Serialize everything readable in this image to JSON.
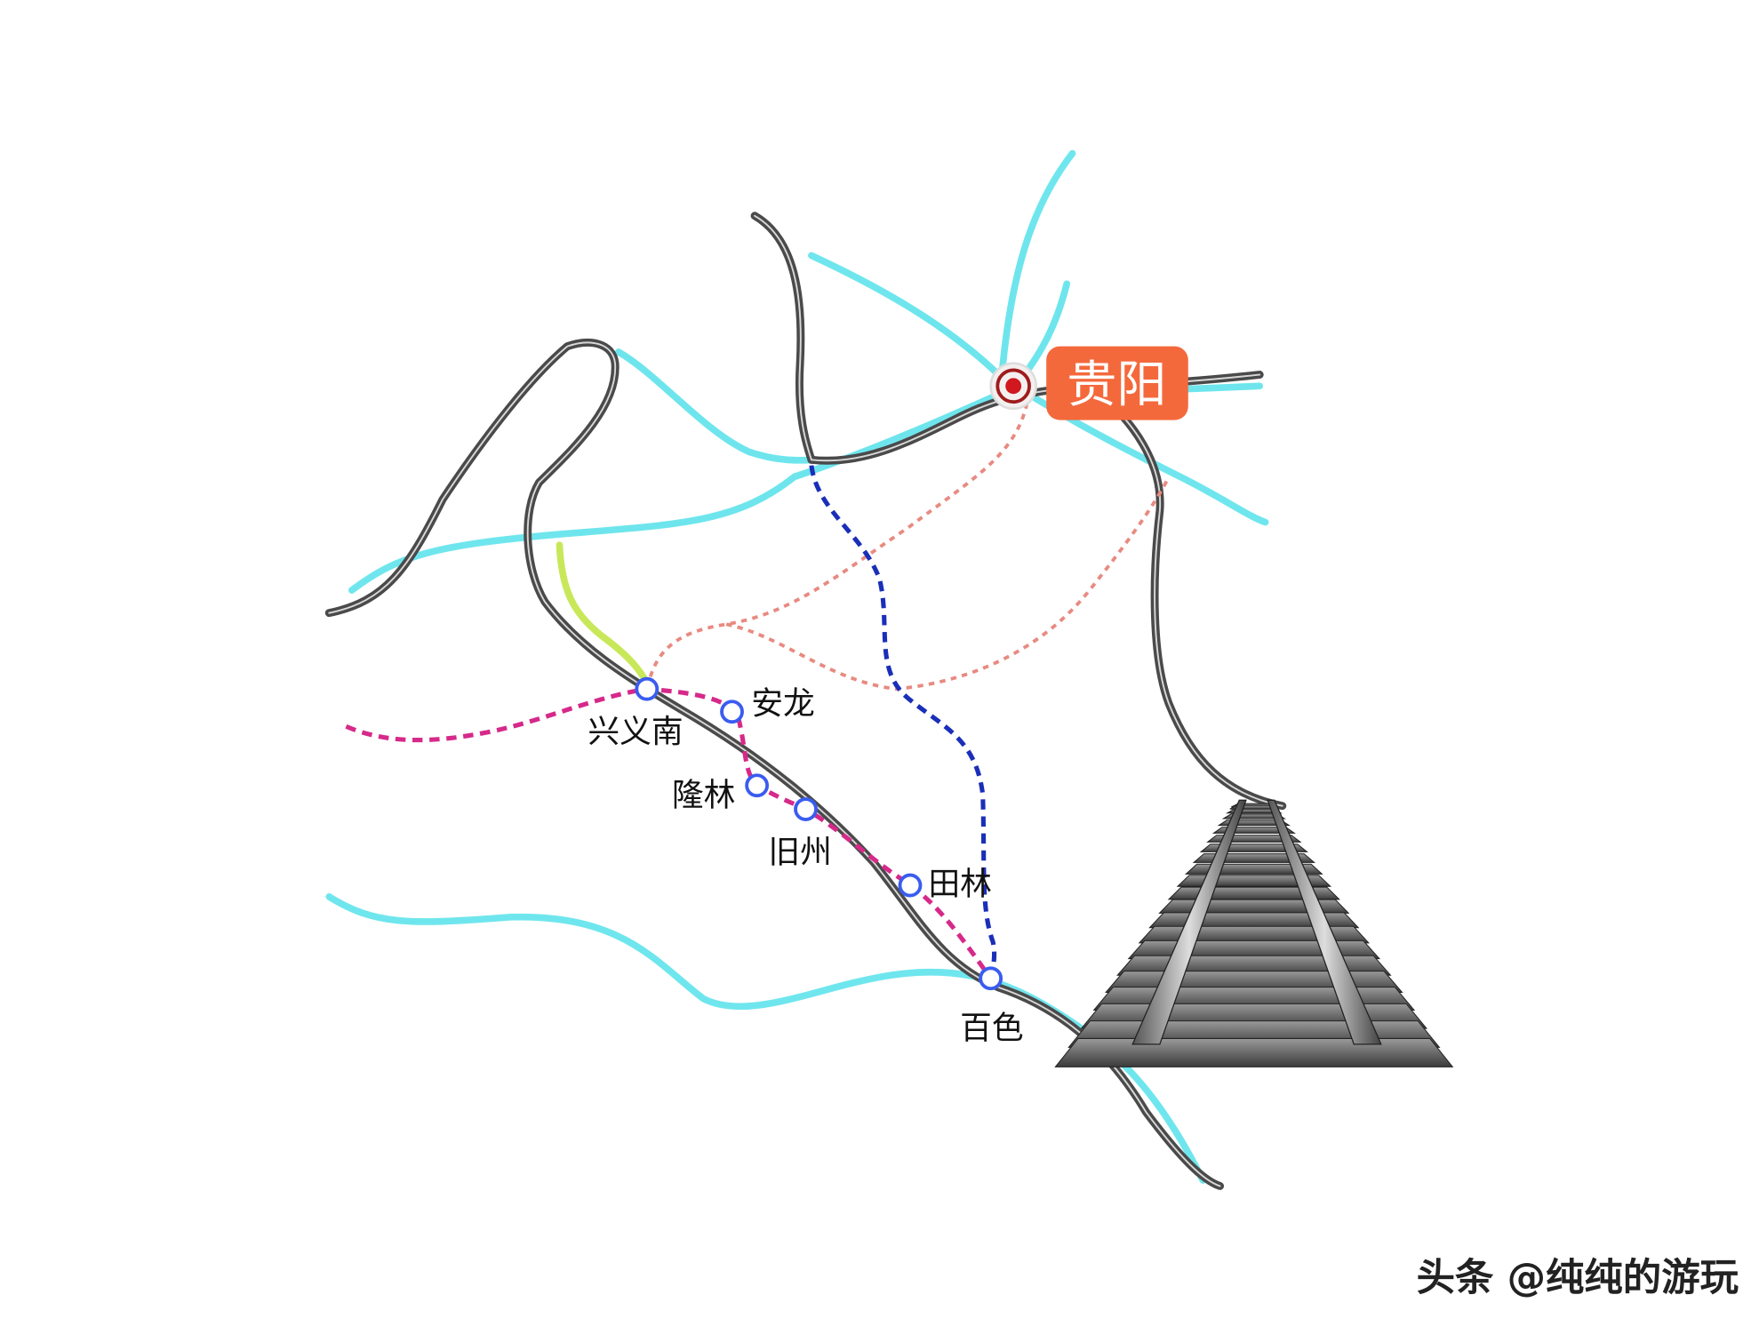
{
  "map": {
    "city": "贵阳",
    "stations": [
      {
        "name": "兴义南"
      },
      {
        "name": "安龙"
      },
      {
        "name": "隆林"
      },
      {
        "name": "旧州"
      },
      {
        "name": "田林"
      },
      {
        "name": "百色"
      }
    ],
    "colors": {
      "railway": "#555555",
      "river": "#5fe3ec",
      "planned_line": "#d6298a",
      "alt_line": "#1a2fb8",
      "proposed_line": "#e88a80",
      "branch": "#c8e85a",
      "city_label_bg": "#f4693c"
    }
  },
  "watermark": "头条 @纯纯的游玩"
}
